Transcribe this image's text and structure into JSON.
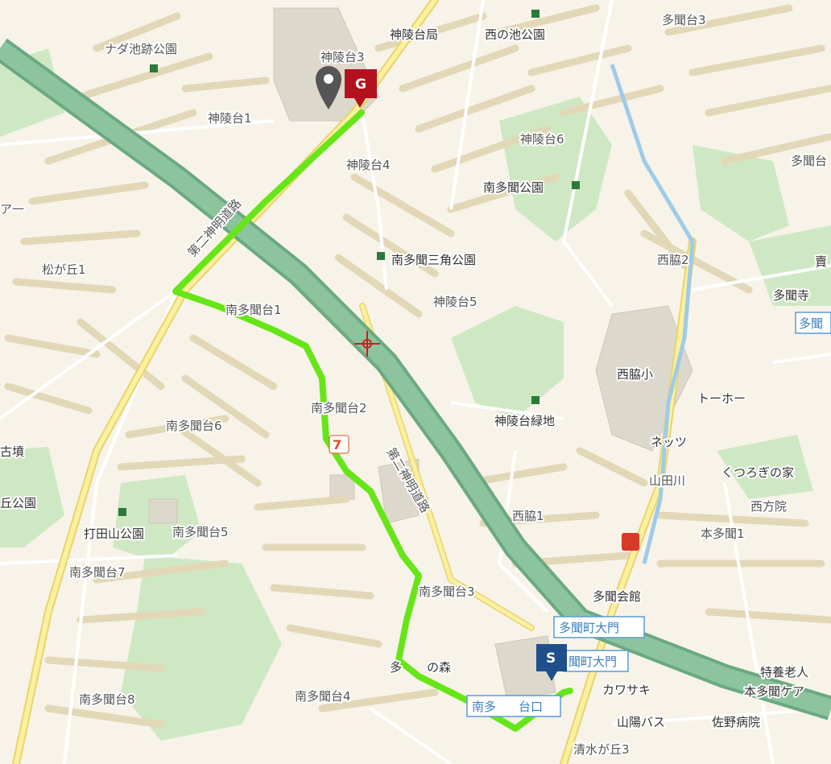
{
  "map": {
    "route_color": "#66e619",
    "start_marker": {
      "letter": "S",
      "color": "#1f4f8c"
    },
    "goal_marker": {
      "letter": "G",
      "color": "#b3111d"
    },
    "labels": {
      "area_jinryodai3": "神陵台3",
      "area_jinryodai1": "神陵台1",
      "area_jinryodai4": "神陵台4",
      "area_jinryodai5": "神陵台5",
      "area_jinryodai6": "神陵台6",
      "area_matsugaoka1": "松が丘1",
      "area_minamitamon1": "南多聞台1",
      "area_minamitamon2": "南多聞台2",
      "area_minamitamon3": "南多聞台3",
      "area_minamitamon4": "南多聞台4",
      "area_minamitamon5": "南多聞台5",
      "area_minamitamon6": "南多聞台6",
      "area_minamitamon7": "南多聞台7",
      "area_minamitamon8": "南多聞台8",
      "area_nishiwaki1": "西脇1",
      "area_nishiwaki2": "西脇2",
      "area_hontamon1": "本多聞1",
      "area_tamondai3": "多聞台3",
      "area_tamondai_edge": "多聞台",
      "area_shimizugaoka3": "清水が丘3",
      "poi_nadaike_park": "ナダ池跡公園",
      "poi_jinryodai_post": "神陵台局",
      "poi_nishinoike_park": "西の池公園",
      "poi_minamitamon_park": "南多聞公園",
      "poi_minamitamon_sankaku": "南多聞三角公園",
      "poi_jinryodai_ryokuchi": "神陵台緑地",
      "poi_nishiwaki_school": "西脇小",
      "poi_tohoo": "トーホー",
      "poi_nettsu": "ネッツ",
      "poi_kutsurogi": "くつろぎの家",
      "poi_saihoin": "西方院",
      "poi_tamon_kaikan": "多聞会館",
      "poi_kawasaki": "カワサキ",
      "poi_sanyo_bus": "山陽バス",
      "poi_sano_hospital": "佐野病院",
      "poi_tokuyo1": "特養老人",
      "poi_tokuyo2": "本多聞ケア",
      "poi_tamonji": "多聞寺",
      "poi_takada_park": "打田山公園",
      "poi_oka_park": "丘公園",
      "poi_kofun": "古墳",
      "poi_tamon_forest_a": "多",
      "poi_tamon_forest_b": "の森",
      "poi_a": "ア一",
      "poi_edge_kanji": "賣",
      "river_yamada": "山田川",
      "road_daini_shinmei": "第二神明道路",
      "road_shinmei_upper": "第二神明道路"
    },
    "station_labels": {
      "tamoncho_daimon_top": "多聞町大門",
      "tamoncho_daimon_partial": "聞町大門",
      "minamitamondai_guchi_a": "南多",
      "minamitamondai_guchi_b": "台口",
      "tamon_edge": "多聞"
    },
    "icons": [
      "park-icon",
      "post-office-icon",
      "school-icon",
      "temple-icon",
      "hospital-icon",
      "convenience-store-icon",
      "fast-food-icon",
      "car-dealer-icon",
      "crosshair-icon",
      "traffic-signal-icon"
    ]
  }
}
